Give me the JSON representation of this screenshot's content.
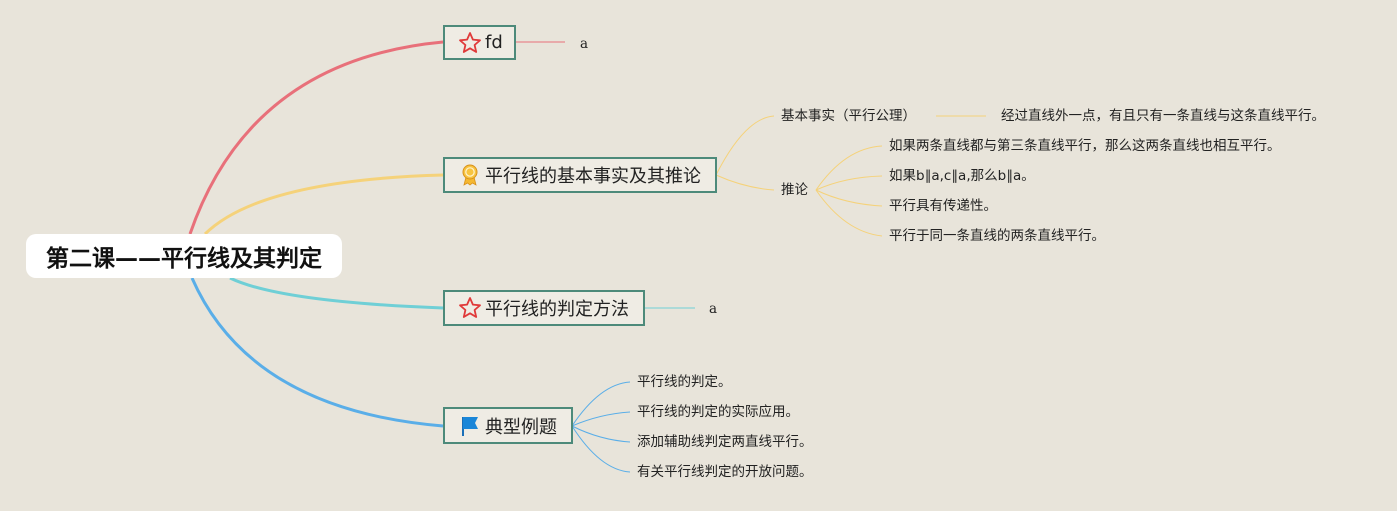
{
  "central": {
    "title": "第二课——平行线及其判定"
  },
  "branches": [
    {
      "label": "fd",
      "icon": "star-icon",
      "color": "#e8707a",
      "children": [
        {
          "label": "a"
        }
      ]
    },
    {
      "label": "平行线的基本事实及其推论",
      "icon": "award-ribbon-icon",
      "color": "#f5d27a",
      "children": [
        {
          "label": "基本事实（平行公理）",
          "children": [
            {
              "label": "经过直线外一点，有且只有一条直线与这条直线平行。"
            }
          ]
        },
        {
          "label": "推论",
          "children": [
            {
              "label": "如果两条直线都与第三条直线平行，那么这两条直线也相互平行。"
            },
            {
              "label": "如果b∥a,c∥a,那么b∥a。"
            },
            {
              "label": "平行具有传递性。"
            },
            {
              "label": "平行于同一条直线的两条直线平行。"
            }
          ]
        }
      ]
    },
    {
      "label": "平行线的判定方法",
      "icon": "star-icon",
      "color": "#6fcfd6",
      "children": [
        {
          "label": "a"
        }
      ]
    },
    {
      "label": "典型例题",
      "icon": "flag-icon",
      "color": "#5aaee8",
      "children": [
        {
          "label": "平行线的判定。"
        },
        {
          "label": "平行线的判定的实际应用。"
        },
        {
          "label": "添加辅助线判定两直线平行。"
        },
        {
          "label": "有关平行线判定的开放问题。"
        }
      ]
    }
  ],
  "colors": {
    "background": "#e8e4da",
    "branch_border": "#4d8a7a",
    "star_icon": "#e03a3a",
    "award_icon": "#e8a020",
    "flag_icon": "#1a86d8"
  }
}
